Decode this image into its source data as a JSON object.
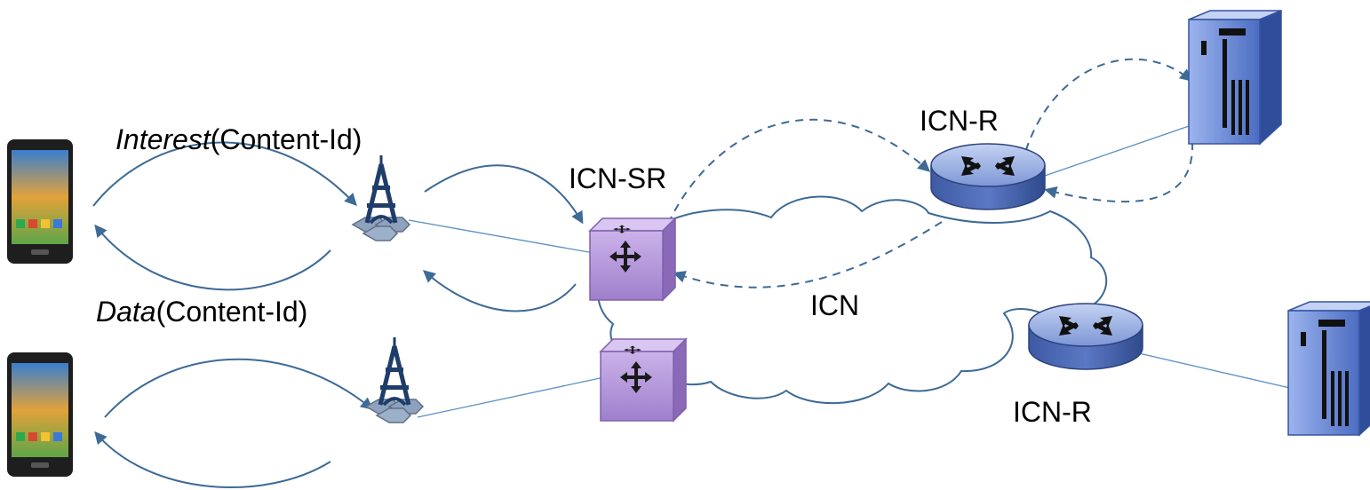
{
  "labels": {
    "interest_word": "Interest",
    "interest_arg": "(Content-Id)",
    "data_word": "Data",
    "data_arg": "(Content-Id)",
    "icn_sr": "ICN-SR",
    "icn_r_top": "ICN-R",
    "icn_r_bottom": "ICN-R",
    "icn_cloud": "ICN"
  },
  "colors": {
    "arrow": "#3d6a96",
    "link": "#5a8fc4",
    "cloud": "#3d6a96",
    "router": "#7c96d2",
    "switch": "#b79cd8",
    "server": "#6f8ed8",
    "tower": "#1f3d6b"
  },
  "nodes": {
    "phones": [
      "smartphone-icon",
      "smartphone-icon"
    ],
    "towers": [
      "antenna-tower-icon",
      "antenna-tower-icon"
    ],
    "switches": [
      "icn-switch-icon",
      "icn-switch-icon"
    ],
    "routers": [
      "icn-router-icon",
      "icn-router-icon"
    ],
    "servers": [
      "server-icon",
      "server-icon"
    ]
  }
}
